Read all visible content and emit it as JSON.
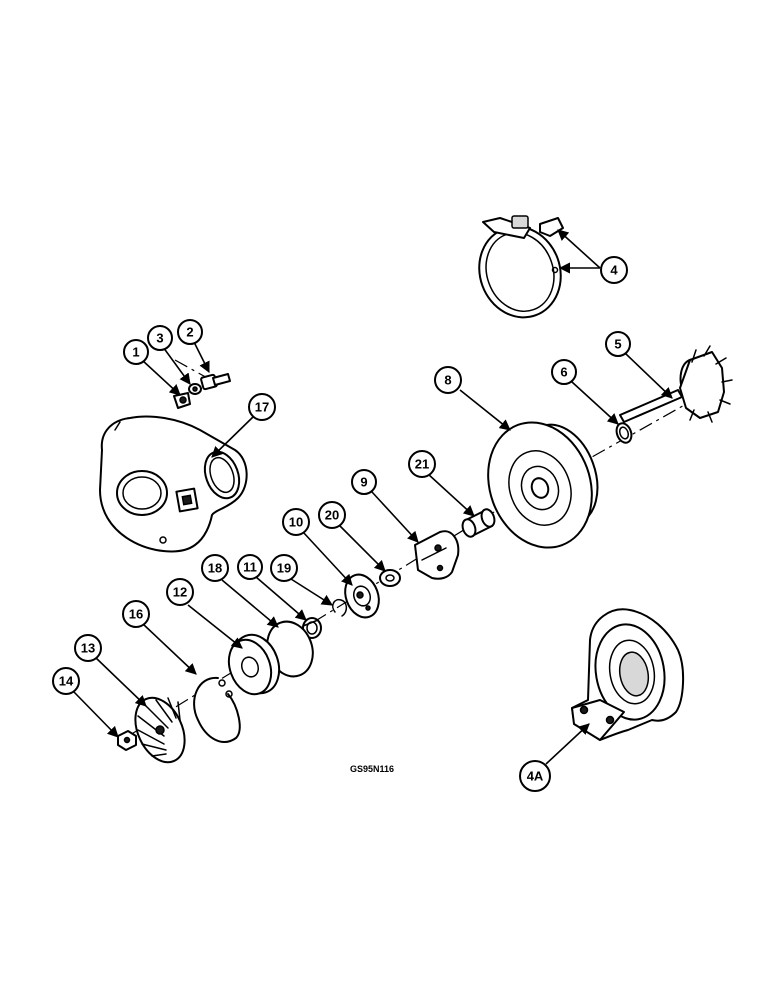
{
  "figure_ref": "GS95N116",
  "callouts": {
    "c1": "1",
    "c2": "2",
    "c3": "3",
    "c4": "4",
    "c4a": "4A",
    "c5": "5",
    "c6": "6",
    "c8": "8",
    "c9": "9",
    "c10": "10",
    "c11": "11",
    "c12": "12",
    "c13": "13",
    "c14": "14",
    "c16": "16",
    "c17": "17",
    "c18": "18",
    "c19": "19",
    "c20": "20",
    "c21": "21"
  }
}
